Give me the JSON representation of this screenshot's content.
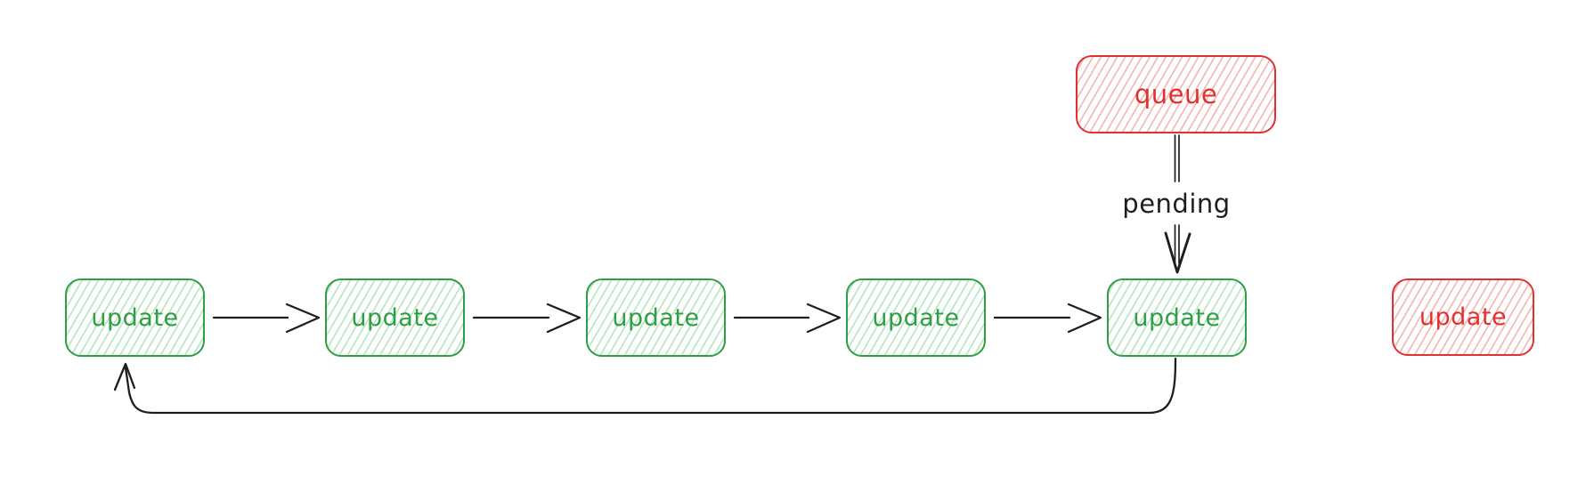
{
  "colors": {
    "ink": "#1e1e1e",
    "green_stroke": "#2f9e44",
    "green_hatch": "#b9e6c3",
    "red_stroke": "#e03131",
    "red_hatch": "#f6b8b4",
    "canvas_bg": "#ffffff"
  },
  "nodes": {
    "chain": [
      {
        "label": "update"
      },
      {
        "label": "update"
      },
      {
        "label": "update"
      },
      {
        "label": "update"
      },
      {
        "label": "update"
      }
    ],
    "queue": {
      "label": "queue"
    },
    "queued_update": {
      "label": "update"
    }
  },
  "edges": {
    "pending_label": "pending"
  }
}
